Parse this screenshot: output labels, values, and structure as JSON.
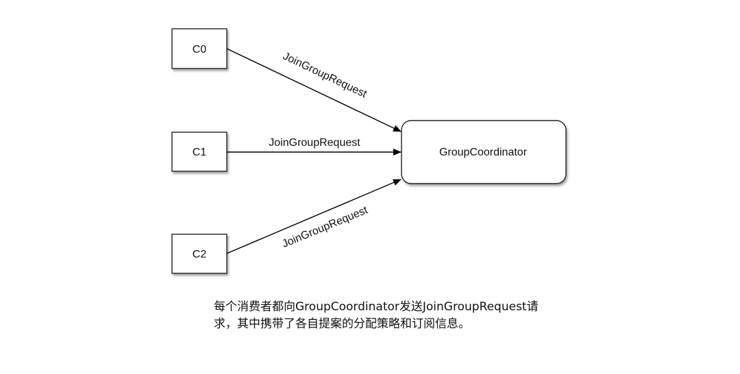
{
  "diagram": {
    "consumers": [
      {
        "label": "C0"
      },
      {
        "label": "C1"
      },
      {
        "label": "C2"
      }
    ],
    "coordinator": {
      "label": "GroupCoordinator"
    },
    "edges": [
      {
        "label": "JoinGroupRequest"
      },
      {
        "label": "JoinGroupRequest"
      },
      {
        "label": "JoinGroupRequest"
      }
    ]
  },
  "caption": {
    "line1": "每个消费者都向GroupCoordinator发送JoinGroupRequest请",
    "line2": "求，其中携带了各自提案的分配策略和订阅信息。"
  }
}
